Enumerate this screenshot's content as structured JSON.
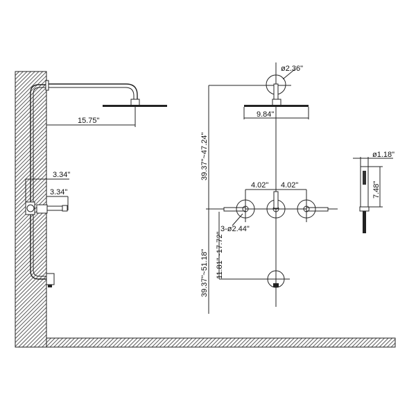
{
  "side_view": {
    "arm_reach": "15.75\"",
    "valve_depth_1": "3.34\"",
    "valve_depth_2": "3.34\""
  },
  "front_view": {
    "head_flange_diameter": "ø2.36\"",
    "head_width": "9.84\"",
    "head_height_range": "39.37\"~47.24\"",
    "handle_spacing_left": "4.02\"",
    "handle_spacing_right": "4.02\"",
    "handle_flange_diameter": "3-ø2.44\"",
    "outlet_offset_range": "11.81\"~17.72\"",
    "valve_height_range": "39.37\"~51.18\""
  },
  "hand_shower": {
    "diameter": "ø1.18\"",
    "length": "7.48\""
  },
  "colors": {
    "line": "#222222",
    "background": "#ffffff"
  }
}
